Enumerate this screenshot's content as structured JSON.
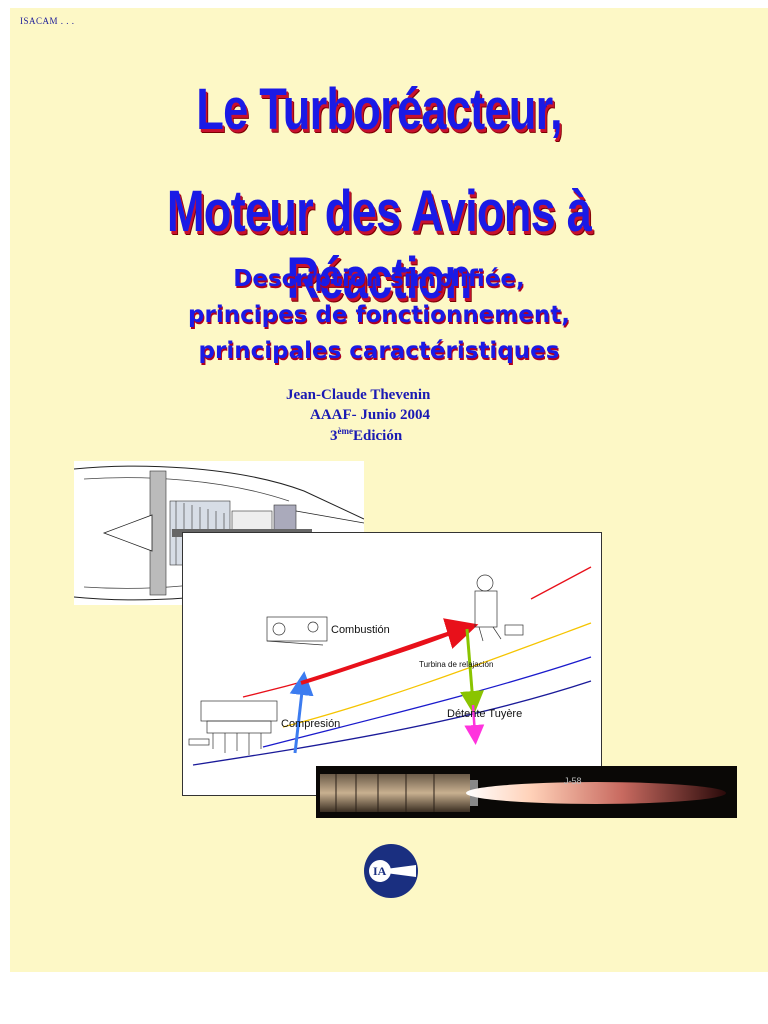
{
  "corner_mark": "ISACAM . . .",
  "title": {
    "line1": "Le Turboréacteur,",
    "line2": "Moteur des Avions à Réaction"
  },
  "subtitle": {
    "line1": "Description simplifiée,",
    "line2": "principes de fonctionnement,",
    "line3": "principales caractéristiques"
  },
  "author": {
    "name": "Jean-Claude Thevenin",
    "org_date": "AAAF- Junio 2004",
    "edition_number": "3",
    "edition_sup": "ème",
    "edition_word": "Edición"
  },
  "diagram": {
    "labels": {
      "combustion": "Combustión",
      "turbine": "Turbina de relajación",
      "nozzle": "Détente Tuyère",
      "compression": "Compresión"
    },
    "colors": {
      "red": "#e8101a",
      "blue_arrow": "#3c7cf0",
      "green": "#8ac400",
      "magenta": "#ff33dd",
      "yellow": "#f5c400",
      "navy": "#1a1a99"
    }
  },
  "photo": {
    "caption": "J-58"
  },
  "logo": {
    "text": "IA"
  },
  "colors": {
    "page_bg": "#fdf8c6",
    "title_blue": "#1a1ae6",
    "title_shadow": "#c8102e"
  }
}
